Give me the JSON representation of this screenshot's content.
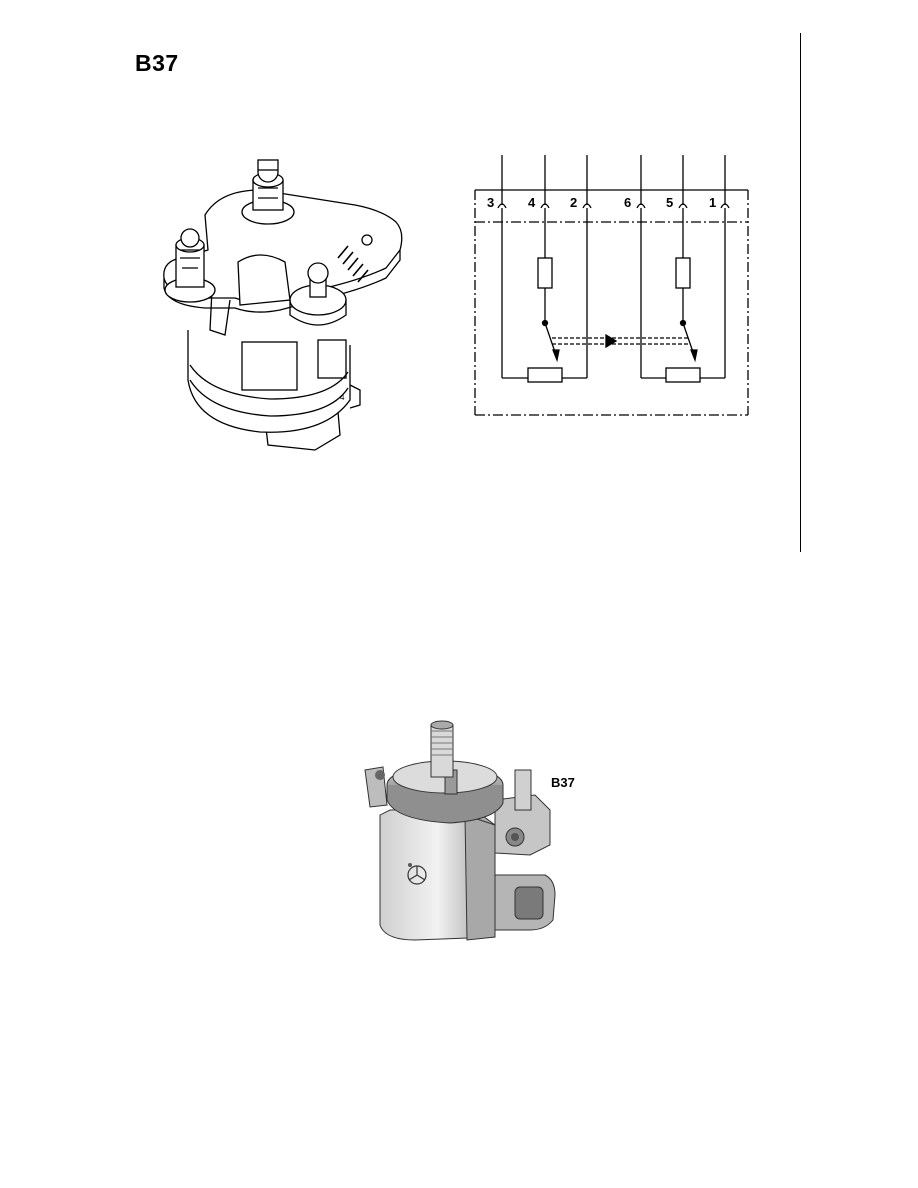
{
  "header": {
    "title": "B37"
  },
  "schematic": {
    "pins": [
      {
        "label": "3"
      },
      {
        "label": "4"
      },
      {
        "label": "2"
      },
      {
        "label": "6"
      },
      {
        "label": "5"
      },
      {
        "label": "1"
      }
    ]
  },
  "photo": {
    "label": "B37"
  }
}
